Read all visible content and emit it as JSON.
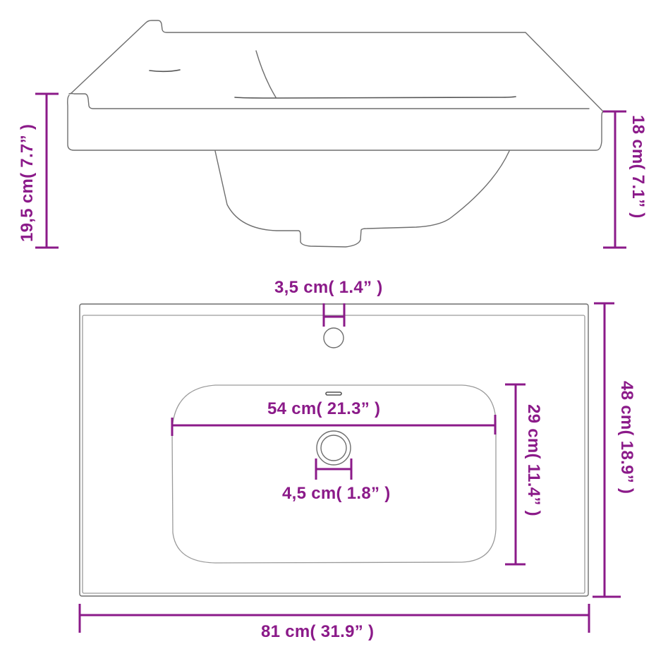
{
  "diagram": {
    "subject": "Rectangular inset bathroom sink with overflow and tap hole",
    "views": [
      "side-elevation",
      "top-plan"
    ],
    "colors": {
      "dimension": "#8b1a89",
      "outline": "#6e6e6e",
      "background": "#ffffff"
    }
  },
  "side_view": {
    "dimensions": {
      "total_height": "19,5 cm( 7.7” )",
      "rim_to_bottom_height": "18 cm( 7.1” )"
    }
  },
  "top_view": {
    "dimensions": {
      "tap_hole_diameter": "3,5 cm( 1.4” )",
      "basin_width": "54 cm( 21.3” )",
      "drain_diameter": "4,5 cm( 1.8” )",
      "basin_depth": "29 cm( 11.4” )",
      "overall_depth": "48 cm( 18.9” )",
      "overall_width": "81 cm( 31.9” )"
    }
  }
}
